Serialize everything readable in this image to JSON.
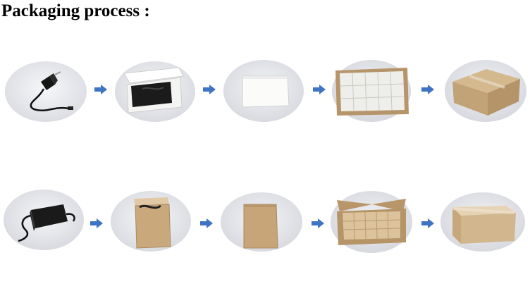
{
  "page": {
    "title": "Packaging process :"
  },
  "rows": [
    {
      "steps": [
        {
          "name": "wall-plug-adapter-photo"
        },
        {
          "name": "adapter-in-white-box-photo"
        },
        {
          "name": "closed-white-box-photo"
        },
        {
          "name": "boxes-in-carton-photo"
        },
        {
          "name": "sealed-carton-photo"
        }
      ]
    },
    {
      "steps": [
        {
          "name": "desktop-adapter-photo"
        },
        {
          "name": "adapter-in-brown-box-photo"
        },
        {
          "name": "closed-brown-box-photo"
        },
        {
          "name": "brown-boxes-in-carton-photo"
        },
        {
          "name": "sealed-carton-photo"
        }
      ]
    }
  ],
  "colors": {
    "arrow": "#3f74c4",
    "photo_background": "#e9eaee",
    "cardboard": "#c9a97c",
    "white_box": "#f3f3f1"
  },
  "icons": {
    "arrow": "right-arrow-icon"
  }
}
